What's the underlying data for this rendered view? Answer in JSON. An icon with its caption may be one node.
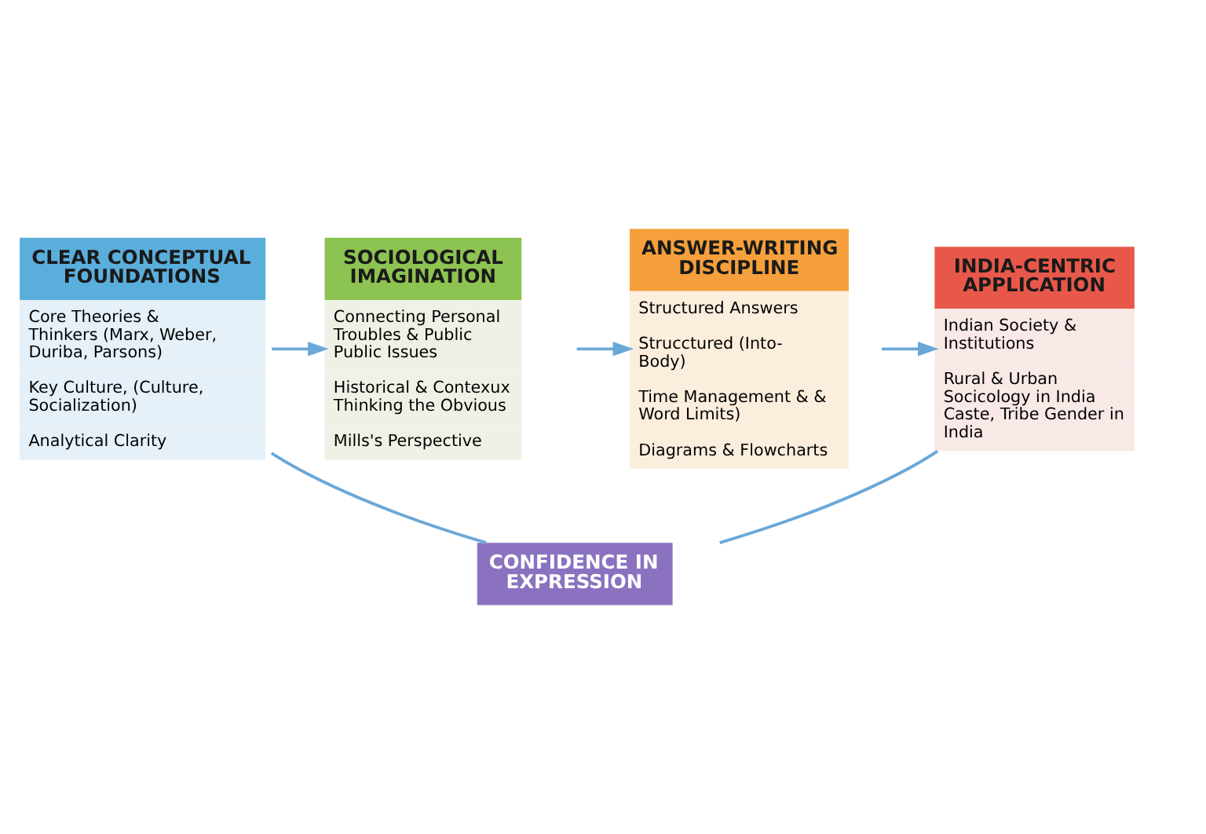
{
  "diagram": {
    "nodes": [
      {
        "text": [
          "CLEAR CONCEPTUAL FOUNDATIONS",
          "Core Theories & Thinkers (Marx, Weber, Duriba, Parsons)",
          "Key Culture, (Culture, Socialization)",
          "Analytical Clarity"
        ]
      },
      {
        "text": [
          "SOCIOLOGICAL IMAGINATION",
          "Connecting Personal Troubles & Public Public Issues",
          "Historical & Contexux Thinking the Obvious",
          "Mills's Perspective"
        ]
      },
      {
        "text": [
          "ANSWER-WRITING DISCIPLINE",
          "Structured Answers",
          "Strucctured (Into-Body)",
          "Time Management & & Word Limits)",
          "Diagrams & Flowcharts"
        ]
      },
      {
        "text": [
          "INDIA-CENTRIC APPLICATION",
          "Indian Society & Institutions",
          "Rural & Urban Socicology in India Caste, Tribe Gender in India"
        ]
      },
      {
        "text": [
          "CONFIDENCE IN EXPRESSION"
        ]
      }
    ],
    "edges": [
      {
        "from": 0,
        "to": 1,
        "arrow": "to"
      },
      {
        "from": 1,
        "to": 2,
        "arrow": "to"
      },
      {
        "from": 2,
        "to": 3,
        "arrow": "to"
      },
      {
        "from": 0,
        "to": 4,
        "arrow": "none"
      },
      {
        "from": 3,
        "to": 4,
        "arrow": "none"
      }
    ]
  }
}
